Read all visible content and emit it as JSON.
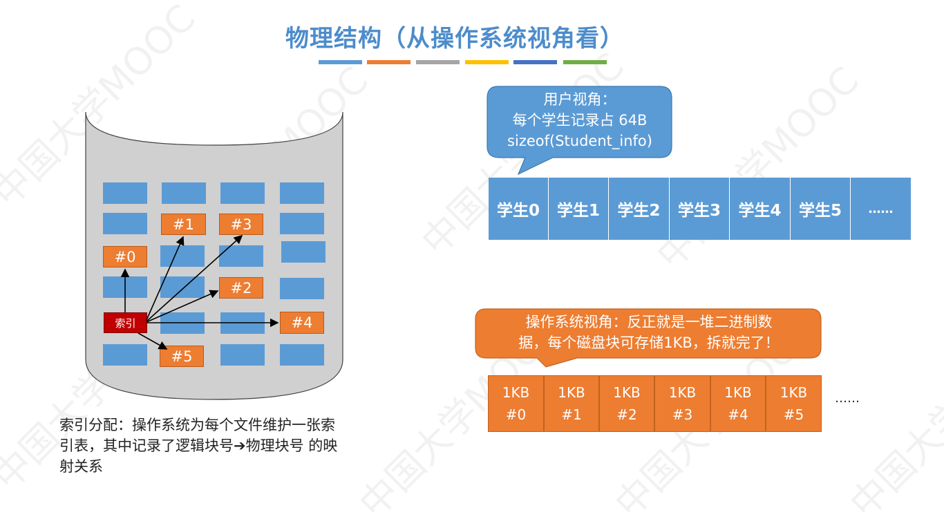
{
  "title": "物理结构（从操作系统视角看）",
  "title_bar_colors": [
    "#5b9bd5",
    "#ed7d31",
    "#a5a5a5",
    "#ffc000",
    "#4472c4",
    "#70ad47"
  ],
  "watermark": "中国大学MOOC",
  "disk": {
    "index_label": "索引",
    "blocks": [
      "#0",
      "#1",
      "#2",
      "#3",
      "#4",
      "#5"
    ]
  },
  "caption": {
    "line1": "索引分配：操作系统为每个文件维护一张索",
    "line2": "引表，其中记录了逻辑块号➔物理块号 的映",
    "line3": "射关系"
  },
  "user_view": {
    "line1": "用户视角：",
    "line2": "每个学生记录占 64B",
    "line3": "sizeof(Student_info)",
    "records": [
      "学生0",
      "学生1",
      "学生2",
      "学生3",
      "学生4",
      "学生5",
      "……"
    ]
  },
  "os_view": {
    "line1": "操作系统视角：反正就是一堆二进制数",
    "line2": "据，每个磁盘块可存储1KB，拆就完了！",
    "blocks": [
      {
        "size": "1KB",
        "num": "#0"
      },
      {
        "size": "1KB",
        "num": "#1"
      },
      {
        "size": "1KB",
        "num": "#2"
      },
      {
        "size": "1KB",
        "num": "#3"
      },
      {
        "size": "1KB",
        "num": "#4"
      },
      {
        "size": "1KB",
        "num": "#5"
      }
    ],
    "ellipsis": "……"
  }
}
